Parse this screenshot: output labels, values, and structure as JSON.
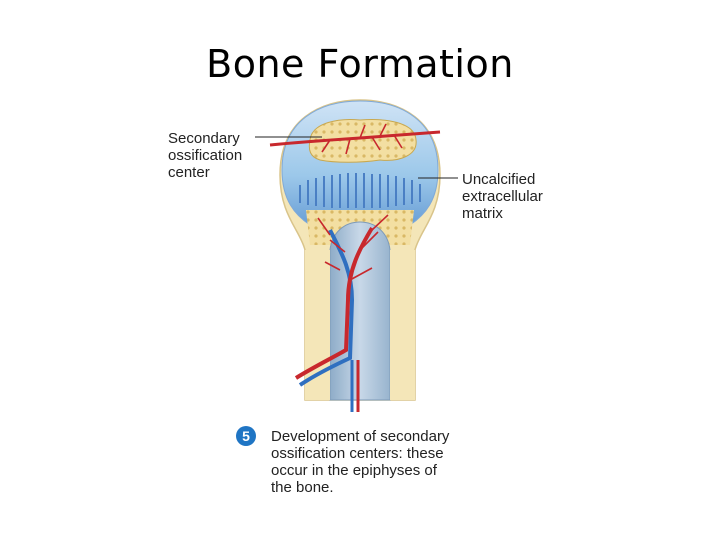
{
  "title": "Bone Formation",
  "labels": {
    "secondary_center": [
      "Secondary",
      "ossification",
      "center"
    ],
    "uncalcified_matrix": [
      "Uncalcified",
      "extracellular",
      "matrix"
    ]
  },
  "step": {
    "number": "5",
    "caption": [
      "Development of secondary",
      "ossification centers: these",
      "occur in the epiphyses of",
      "the bone."
    ]
  },
  "colors": {
    "cartilage": "#9cc8ea",
    "spongy_bone": "#f2dea0",
    "compact_bone": "#f4e6b8",
    "artery": "#c8282d",
    "vein": "#2f6fc0",
    "marrow_cavity": "#b8cde0",
    "badge": "#1f75c4"
  }
}
